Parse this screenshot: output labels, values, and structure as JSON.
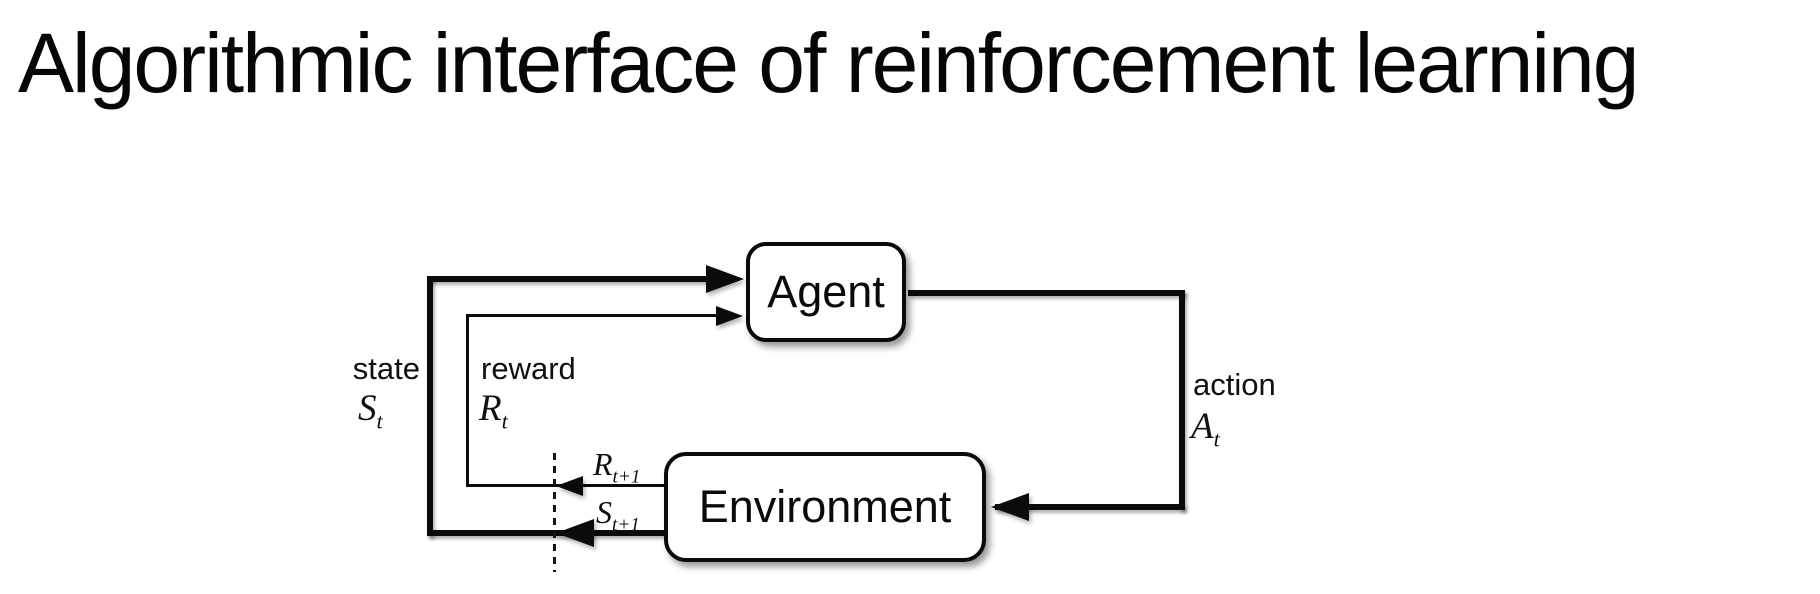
{
  "title": "Algorithmic interface of reinforcement learning",
  "diagram": {
    "boxes": {
      "agent": "Agent",
      "environment": "Environment"
    },
    "labels": {
      "state": "state",
      "reward": "reward",
      "action": "action"
    },
    "math": {
      "state": {
        "base": "S",
        "sub": "t"
      },
      "reward": {
        "base": "R",
        "sub": "t"
      },
      "action": {
        "base": "A",
        "sub": "t"
      },
      "next_reward": {
        "base": "R",
        "sub": "t+1"
      },
      "next_state": {
        "base": "S",
        "sub": "t+1"
      }
    },
    "colors": {
      "line": "#0b0b0b",
      "background": "#ffffff",
      "text": "#101010"
    }
  }
}
